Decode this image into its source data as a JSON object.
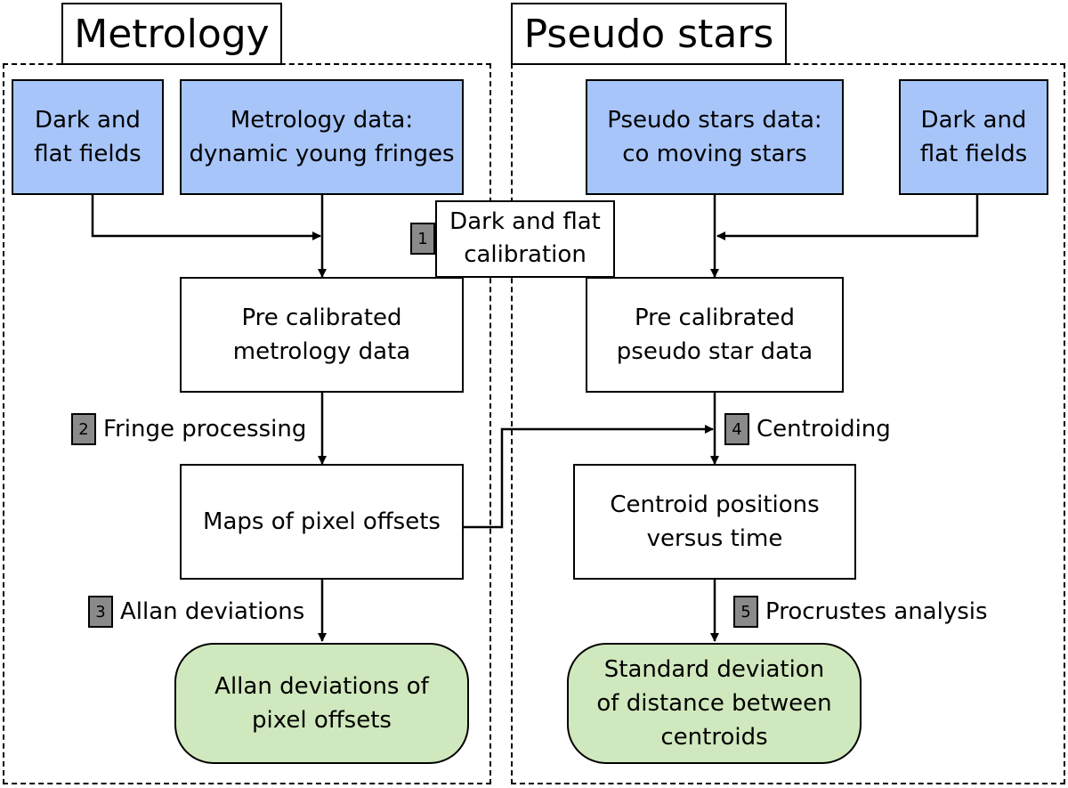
{
  "panels": {
    "metrology": {
      "title": "Metrology",
      "dark_flat": "Dark and\nflat fields",
      "data": "Metrology data:\ndynamic young fringes",
      "precalibrated": "Pre calibrated\nmetrology data",
      "maps": "Maps of pixel offsets",
      "result": "Allan deviations of\npixel offsets"
    },
    "pseudo_stars": {
      "title": "Pseudo stars",
      "data": "Pseudo stars data:\nco moving stars",
      "dark_flat": "Dark and\nflat fields",
      "precalibrated": "Pre calibrated\npseudo star data",
      "centroids": "Centroid positions\nversus time",
      "result": "Standard deviation\nof distance between\ncentroids"
    }
  },
  "steps": [
    {
      "number": "1",
      "label": "Dark and flat\ncalibration"
    },
    {
      "number": "2",
      "label": "Fringe processing"
    },
    {
      "number": "3",
      "label": "Allan deviations"
    },
    {
      "number": "4",
      "label": "Centroiding"
    },
    {
      "number": "5",
      "label": "Procrustes analysis"
    }
  ],
  "colors": {
    "input_fill": "#a7c5f9",
    "output_fill": "#d0e8bd",
    "badge_fill": "#8a8a8a"
  }
}
